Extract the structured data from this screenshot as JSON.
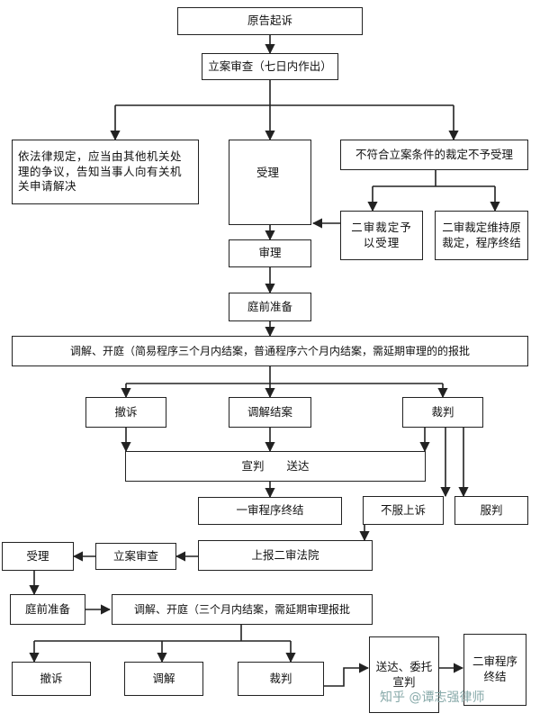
{
  "nodes": {
    "yuangao_qisu": "原告起诉",
    "lian_shencha": "立案审查（七日内作出）",
    "yifa_guiding": "依法律规定，应当由其他机关处理的争议，告知当事人向有关机关申请解决",
    "shouli": "受理",
    "bufuhe": "不符合立案条件的裁定不予受理",
    "ershen_shouli": "二审裁定予以受理",
    "ershen_weichi": "二审裁定维持原裁定，程序终结",
    "shenli": "审理",
    "tingqian_zhunbei": "庭前准备",
    "tiaojie_kaiting": "调解、开庭（简易程序三个月内结案，普通程序六个月内结案，需延期审理的的报批",
    "chesu": "撤诉",
    "tiaojie_jiean": "调解结案",
    "caipan": "裁判",
    "xuanpan_songda": "宣判　　送达",
    "yishen_zhongjie": "一审程序终结",
    "bufu_shangsu": "不服上诉",
    "fupan": "服判",
    "shangbao_ershen": "上报二审法院",
    "lian_shencha_2": "立案审查",
    "shouli_2": "受理",
    "tingqian_zhunbei_2": "庭前准备",
    "tiaojie_kaiting_2": "调解、开庭（三个月内结案，需延期审理报批",
    "chesu_2": "撤诉",
    "tiaojie_2": "调解",
    "caipan_2": "裁判",
    "songda_weituo": "送达、委托宣判",
    "ershen_zhongjie": "二审程序终结"
  },
  "watermark": {
    "text": "知乎 @谭志强律师"
  }
}
